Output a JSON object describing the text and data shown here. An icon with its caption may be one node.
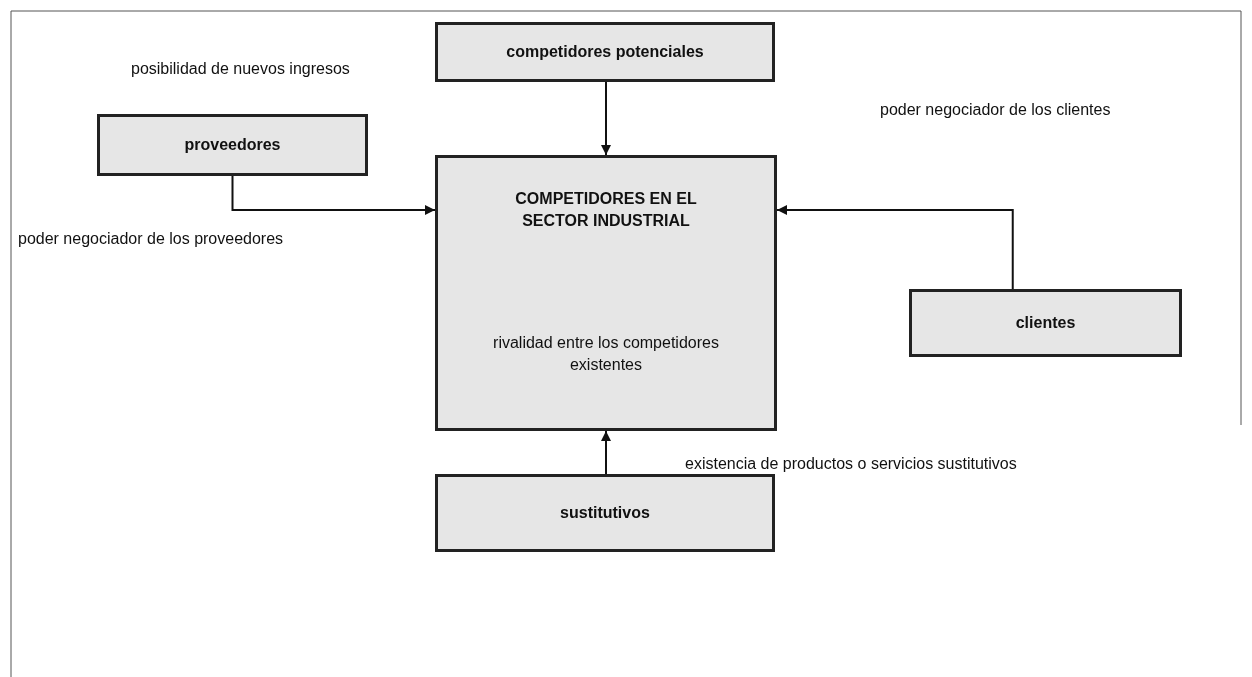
{
  "diagram": {
    "nodes": [
      {
        "text": [
          "competidores potenciales"
        ]
      },
      {
        "text": [
          "COMPETIDORES EN EL SECTOR INDUSTRIAL",
          "rivalidad entre los competidores existentes"
        ]
      },
      {
        "text": [
          "proveedores"
        ]
      },
      {
        "text": [
          "clientes"
        ]
      },
      {
        "text": [
          "sustitutivos"
        ]
      }
    ],
    "edges": [
      {
        "from": 0,
        "to": 1,
        "arrow": "to"
      },
      {
        "from": 2,
        "to": 1,
        "arrow": "to"
      },
      {
        "from": 3,
        "to": 1,
        "arrow": "to"
      },
      {
        "from": 4,
        "to": 1,
        "arrow": "to"
      }
    ],
    "labels": [
      "posibilidad de nuevos ingresos",
      "poder negociador de los clientes",
      "poder negociador de los proveedores",
      "existencia de productos o servicios sustitutivos"
    ]
  }
}
